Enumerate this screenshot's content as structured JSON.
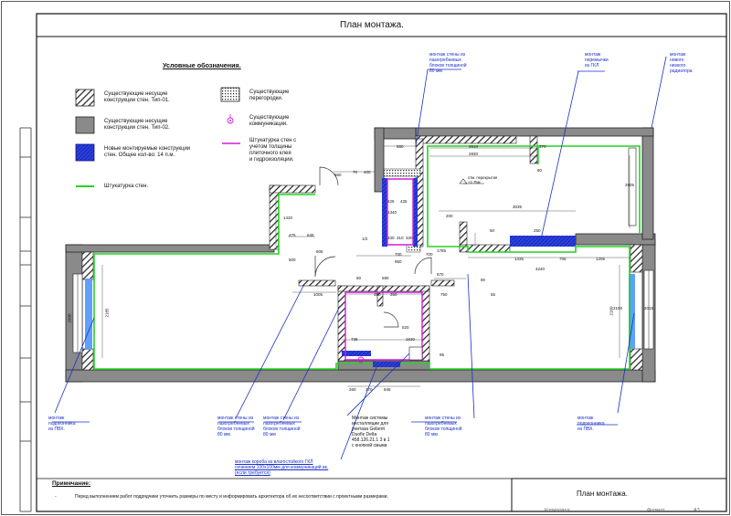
{
  "title_top": "План монтажа.",
  "legend": {
    "heading": "Условные обозначения.",
    "items": [
      {
        "label": "Существующие несущие\nконструкции стен. Тип-01."
      },
      {
        "label": "Существующие несущие\nконструкции стен. Тип-02."
      },
      {
        "label": "Новые монтируемые конструкции\nстен. Общее кол-во: 14 п.м."
      },
      {
        "label": "Штукатурка стен."
      },
      {
        "label": "Существующие\nперегородки."
      },
      {
        "label": "Существующие\nкоммуникации."
      },
      {
        "label": "Штукатурка стен с\nучетом толщины\nплиточного клея\nи гидроизоляции."
      }
    ]
  },
  "callouts": [
    {
      "text": "монтаж стены из\nпазогребневых\nблоков толщиной\n80 мм"
    },
    {
      "text": "монтаж\nперемычки\nиз ГКЛ"
    },
    {
      "text": "монтаж\nнового\nнизкого\nрадиатора"
    },
    {
      "text": "монтаж\nподоконника\nиз ПВХ."
    },
    {
      "text": "монтаж стены из\nпазогребневых\nблоков толщиной\n80 мм"
    },
    {
      "text": "монтаж стены из\nпазогребневых\nблоков толщиной\n80 мм"
    },
    {
      "text": "Монтаж системы\nинсталляции для\nунитаза Geberit\nDuofix Delta\n458.126.21.1 3 в 1\nс кнопкой смыва"
    },
    {
      "text": "монтаж стены из\nпазогребневых\nблоков толщиной\n80 мм"
    },
    {
      "text": "монтаж\nподоконника\nиз ПВХ."
    },
    {
      "text": "монтаж короба из влагостойкого ГКЛ\nсечением 100х100мм для коммуникаций вк.\n(если требуется)"
    }
  ],
  "level_mark": {
    "label": "отм. перекрытия",
    "value": "+2.75м"
  },
  "dimensions": [
    "860",
    "400",
    "70",
    "580",
    "2610",
    "2830",
    "370",
    "80",
    "425",
    "425",
    "1340",
    "330",
    "310",
    "330",
    "950",
    "700",
    "700",
    "1785",
    "1420",
    "475",
    "500",
    "645",
    "605",
    "1005",
    "90",
    "590",
    "350",
    "350",
    "750",
    "670",
    "90",
    "55",
    "1435",
    "4240",
    "705",
    "1205",
    "2100",
    "2015",
    "2905",
    "3035",
    "200",
    "735",
    "520",
    "1630",
    "95",
    "260",
    "370",
    "845",
    "2900",
    "2160",
    "2185",
    "1/2",
    "50",
    "250"
  ],
  "notes": {
    "heading": "Примечание:",
    "items": [
      "Перед выполнением работ подрядчики уточнить размеры по месту и информировать архитектора об их несоответствии с проектными размерами."
    ]
  },
  "stamp": {
    "title": "План монтажа.",
    "footer_left": "Копировал",
    "footer_format": "Формат",
    "format_value": "А3"
  }
}
